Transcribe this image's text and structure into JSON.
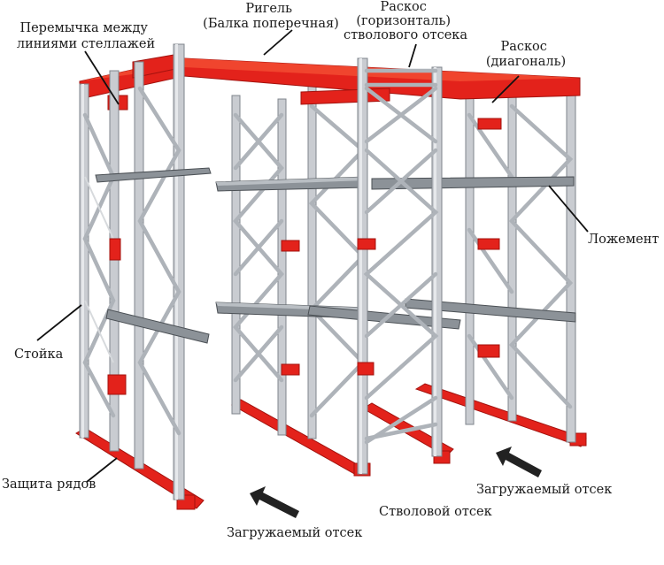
{
  "labels": {
    "crosstie": "Перемычка между\nлиниями стеллажей",
    "beam": "Ригель\n(Балка поперечная)",
    "brace_horizontal": "Раскос\n(горизонталь)\nстволового отсека",
    "brace_diagonal": "Раскос\n(диагональ)",
    "rail": "Ложемент",
    "upright": "Стойка",
    "row_guard": "Защита рядов",
    "loading_bay_right": "Загружаемый отсек",
    "drive_aisle": "Стволовой отсек",
    "loading_bay_left": "Загружаемый отсек"
  },
  "colors": {
    "red": "#e3221b",
    "steel": "#c9ccd1",
    "rail": "#8c9298",
    "text": "#1a1a1a"
  },
  "icons": {
    "aisle_arrow": "arrow-icon"
  }
}
